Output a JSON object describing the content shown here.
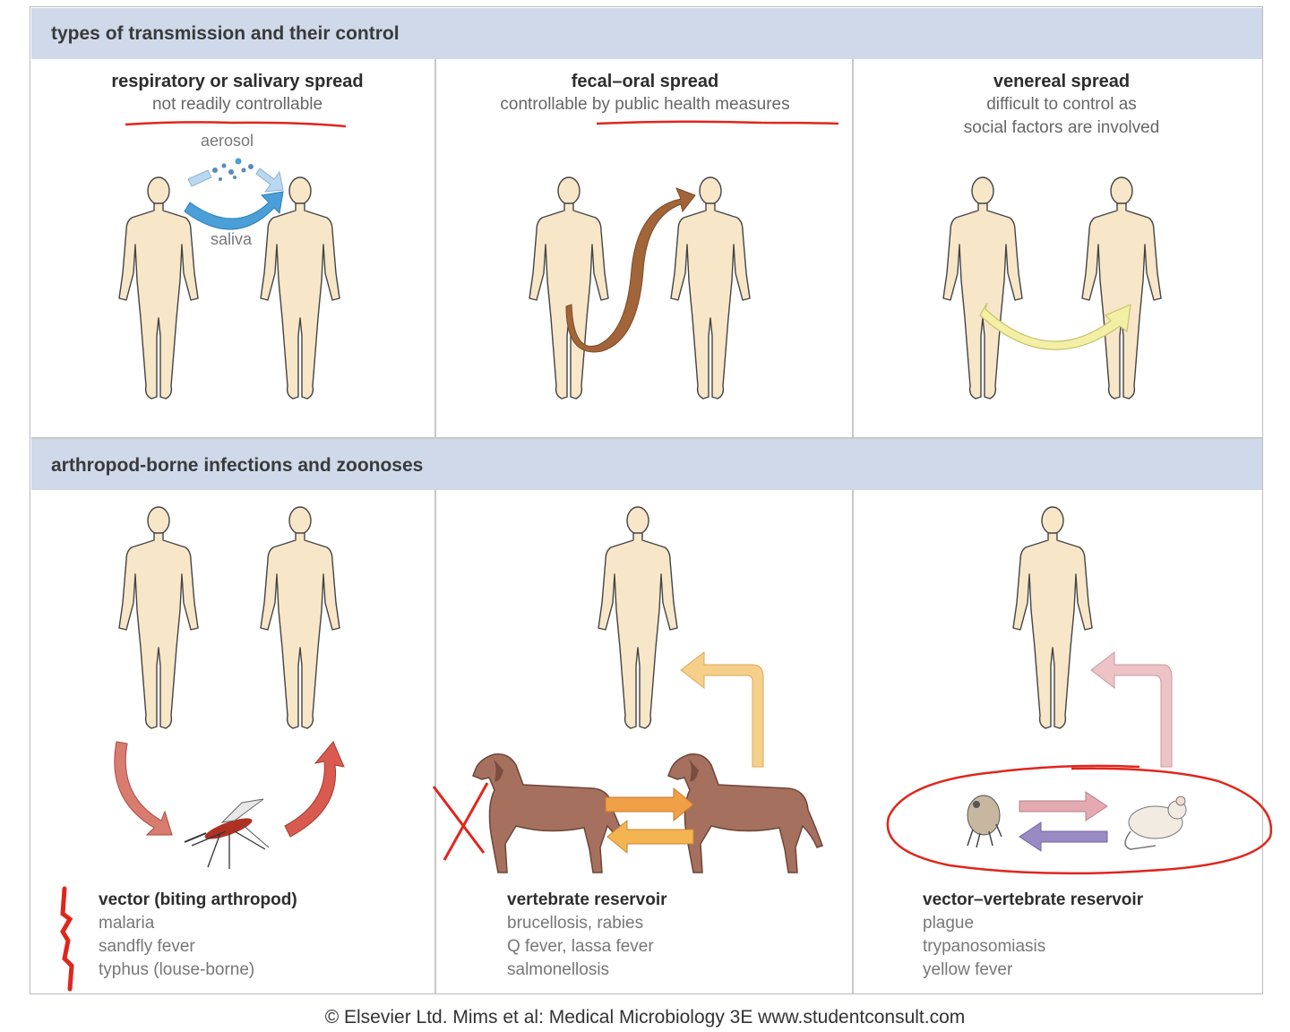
{
  "sections": {
    "top_header": "types of transmission and their control",
    "bottom_header": "arthropod-borne infections and zoonoses"
  },
  "panels": {
    "respiratory": {
      "title": "respiratory or salivary spread",
      "subtitle": "not readily controllable",
      "label_aerosol": "aerosol",
      "label_saliva": "saliva"
    },
    "fecal_oral": {
      "title": "fecal–oral spread",
      "subtitle": "controllable by public health measures"
    },
    "venereal": {
      "title": "venereal spread",
      "subtitle_line1": "difficult to control as",
      "subtitle_line2": "social factors are involved"
    },
    "vector": {
      "title": "vector (biting arthropod)",
      "items": [
        "malaria",
        "sandfly fever",
        "typhus (louse-borne)"
      ]
    },
    "vertebrate": {
      "title": "vertebrate reservoir",
      "items": [
        "brucellosis, rabies",
        "Q fever, lassa fever",
        "salmonellosis"
      ]
    },
    "vector_vertebrate": {
      "title": "vector–vertebrate reservoir",
      "items": [
        "plague",
        "trypanosomiasis",
        "yellow fever"
      ]
    }
  },
  "colors": {
    "header_band": "#cfd9ea",
    "skin": "#f7e6c8",
    "annotation_red": "#e0261c",
    "arrow_blue": "#4a9fd8",
    "arrow_brown": "#a2653a",
    "arrow_yellow": "#f3f0a6",
    "dog": "#a6705f"
  },
  "credit": "© Elsevier Ltd. Mims et al: Medical Microbiology 3E www.studentconsult.com"
}
